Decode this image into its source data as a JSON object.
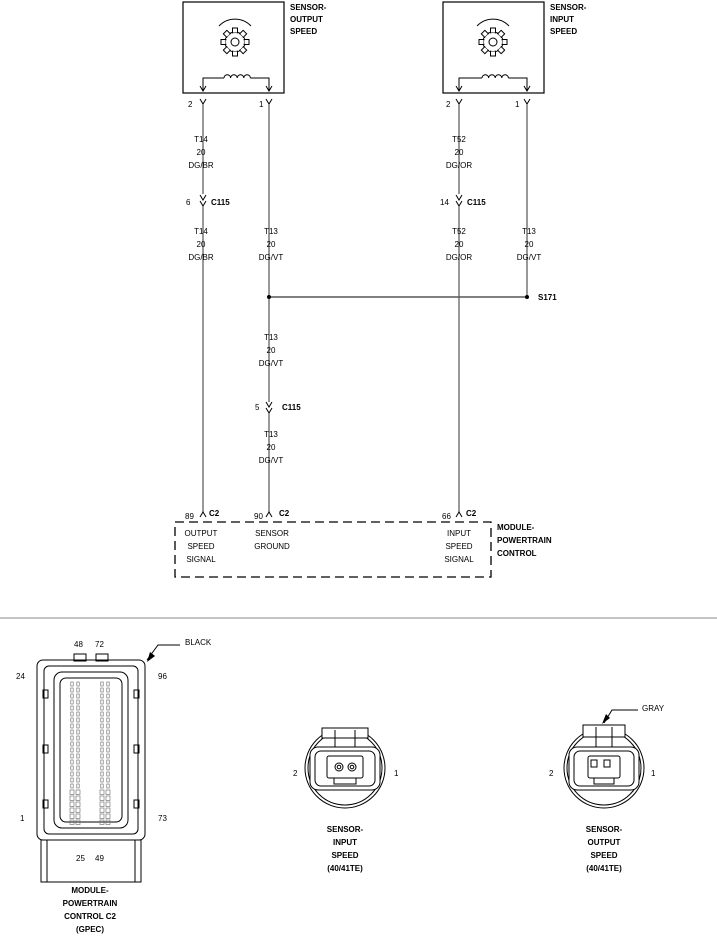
{
  "sensor_output": {
    "title": [
      "SENSOR-",
      "OUTPUT",
      "SPEED"
    ],
    "pin_left": "2",
    "pin_right": "1"
  },
  "sensor_input": {
    "title": [
      "SENSOR-",
      "INPUT",
      "SPEED"
    ],
    "pin_left": "2",
    "pin_right": "1"
  },
  "wires": {
    "out_sig_upper": [
      "T14",
      "20",
      "DG/BR"
    ],
    "out_sig_lower": [
      "T14",
      "20",
      "DG/BR"
    ],
    "out_gnd_upper": [
      "T13",
      "20",
      "DG/VT"
    ],
    "gnd_mid": [
      "T13",
      "20",
      "DG/VT"
    ],
    "gnd_lower": [
      "T13",
      "20",
      "DG/VT"
    ],
    "in_sig_upper": [
      "T52",
      "20",
      "DG/OR"
    ],
    "in_sig_lower": [
      "T52",
      "20",
      "DG/OR"
    ],
    "in_gnd_upper": [
      "T13",
      "20",
      "DG/VT"
    ]
  },
  "connectors": {
    "c115_a_pin": "6",
    "c115_label": "C115",
    "c115_b_pin": "14",
    "c115_c_pin": "5"
  },
  "splice": "S171",
  "module": {
    "pins": [
      {
        "num": "89",
        "conn": "C2",
        "label": [
          "OUTPUT",
          "SPEED",
          "SIGNAL"
        ]
      },
      {
        "num": "90",
        "conn": "C2",
        "label": [
          "SENSOR",
          "GROUND",
          ""
        ]
      },
      {
        "num": "66",
        "conn": "C2",
        "label": [
          "INPUT",
          "SPEED",
          "SIGNAL"
        ]
      }
    ],
    "title": [
      "MODULE-",
      "POWERTRAIN",
      "CONTROL"
    ]
  },
  "pcm_connector": {
    "top_pins": [
      "48",
      "72"
    ],
    "left_top": "24",
    "right_top": "96",
    "left_bottom": "1",
    "right_bottom": "73",
    "bottom_pins": [
      "25",
      "49"
    ],
    "color": "BLACK",
    "title": [
      "MODULE-",
      "POWERTRAIN",
      "CONTROL C2",
      "(GPEC)"
    ]
  },
  "input_connector": {
    "pin_left": "2",
    "pin_right": "1",
    "title": [
      "SENSOR-",
      "INPUT",
      "SPEED",
      "(40/41TE)"
    ]
  },
  "output_connector": {
    "pin_left": "2",
    "pin_right": "1",
    "color": "GRAY",
    "title": [
      "SENSOR-",
      "OUTPUT",
      "SPEED",
      "(40/41TE)"
    ]
  }
}
